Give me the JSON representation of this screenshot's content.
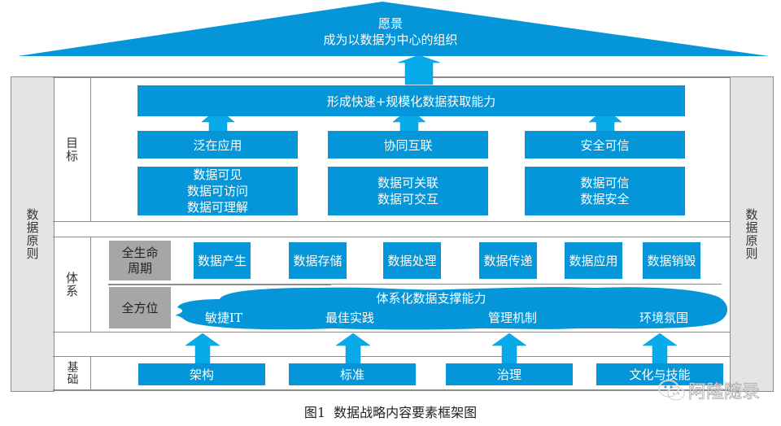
{
  "vision": {
    "title": "愿景",
    "subtitle": "成为以数据为中心的组织"
  },
  "side_labels": {
    "left": "数据原则",
    "right": "数据原则"
  },
  "rows": {
    "goal": "目标",
    "system": "体系",
    "foundation": "基础"
  },
  "goals": {
    "top": "形成快速+规模化数据获取能力",
    "columns": [
      {
        "title": "泛在应用",
        "detail": "数据可见\n数据可访问\n数据可理解"
      },
      {
        "title": "协同互联",
        "detail": "数据可关联\n数据可交互"
      },
      {
        "title": "安全可信",
        "detail": "数据可信\n数据安全"
      }
    ]
  },
  "system": {
    "lifecycle_label": "全生命\n周期",
    "lifecycle_items": [
      "数据产生",
      "数据存储",
      "数据处理",
      "数据传递",
      "数据应用",
      "数据销毁"
    ],
    "allround_label": "全方位",
    "cloud_title": "体系化数据支撑能力",
    "cloud_items": [
      "敏捷IT",
      "最佳实践",
      "管理机制",
      "环境氛围"
    ]
  },
  "foundation": {
    "items": [
      "架构",
      "标准",
      "治理",
      "文化与技能"
    ]
  },
  "caption": "图1  数据战略内容要素框架图",
  "watermark": "阿隆随录",
  "colors": {
    "primary_blue": "#0496d8",
    "arrow_blue": "#08aaea",
    "gray_block": "#a6a6a8",
    "side_panel": "#e4e4e6"
  }
}
